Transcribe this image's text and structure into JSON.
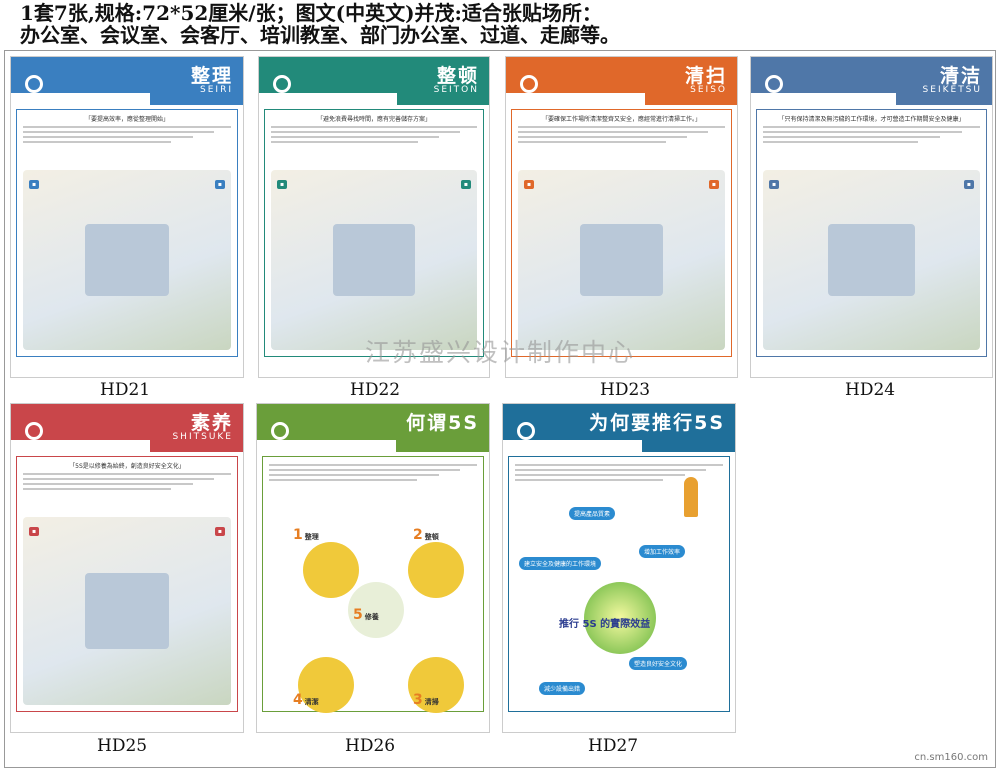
{
  "header": {
    "line1": "1套7张,规格:72*52厘米/张；图文(中英文)并茂:适合张贴场所：",
    "line2": "办公室、会议室、会客厅、培训教室、部门办公室、过道、走廊等。"
  },
  "watermark": "江苏盛兴设计制作中心",
  "site": "cn.sm160.com",
  "posters": [
    {
      "code": "HD21",
      "title": "整理",
      "en": "SEIRI",
      "subtitle": "「要提高效率，應從整理開始」",
      "color": "#3a7fc0"
    },
    {
      "code": "HD22",
      "title": "整顿",
      "en": "SEITON",
      "subtitle": "「避免浪費尋找時間，應有完善儲存方案」",
      "color": "#228a7a"
    },
    {
      "code": "HD23",
      "title": "清扫",
      "en": "SEISO",
      "subtitle": "「要確保工作場所清潔整齊又安全，應經常進行清掃工作。」",
      "color": "#e0682a"
    },
    {
      "code": "HD24",
      "title": "清洁",
      "en": "SEIKETSU",
      "subtitle": "「只有保持清潔及無污穢的工作環境，才可營造工作期間安全及健康」",
      "color": "#4f77a8"
    },
    {
      "code": "HD25",
      "title": "素养",
      "en": "SHITSUKE",
      "subtitle": "「5S是以修養為始終，創造良好安全文化」",
      "color": "#c9464a"
    },
    {
      "code": "HD26",
      "title": "何谓5S",
      "en": "",
      "subtitle": "",
      "color": "#6a9e3a",
      "steps": [
        {
          "n": "1",
          "label": "整理"
        },
        {
          "n": "2",
          "label": "整頓"
        },
        {
          "n": "3",
          "label": "清掃"
        },
        {
          "n": "4",
          "label": "清潔"
        },
        {
          "n": "5",
          "label": "修養"
        }
      ]
    },
    {
      "code": "HD27",
      "title": "为何要推行5S",
      "en": "",
      "subtitle": "",
      "color": "#1f6f9a",
      "center": "推行 5S 的實際效益",
      "benefits": [
        "提高產品質素",
        "建立安全及健康的工作環境",
        "增加工作效率",
        "減少設備出錯",
        "塑造良好安全文化"
      ]
    }
  ]
}
